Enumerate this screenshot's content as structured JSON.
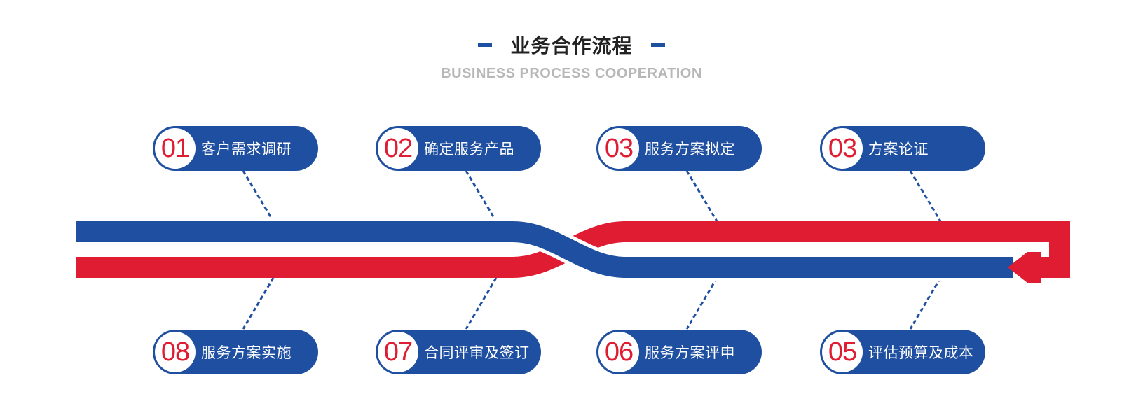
{
  "header": {
    "title": "业务合作流程",
    "subtitle": "BUSINESS PROCESS COOPERATION"
  },
  "colors": {
    "blue": "#1f4fa0",
    "red": "#e01c33"
  },
  "steps_top": [
    {
      "number": "01",
      "label": "客户需求调研"
    },
    {
      "number": "02",
      "label": "确定服务产品"
    },
    {
      "number": "03",
      "label": "服务方案拟定"
    },
    {
      "number": "03",
      "label": "方案论证"
    }
  ],
  "steps_bottom": [
    {
      "number": "08",
      "label": "服务方案实施"
    },
    {
      "number": "07",
      "label": "合同评审及签订"
    },
    {
      "number": "06",
      "label": "服务方案评申"
    },
    {
      "number": "05",
      "label": "评估预算及成本"
    }
  ]
}
